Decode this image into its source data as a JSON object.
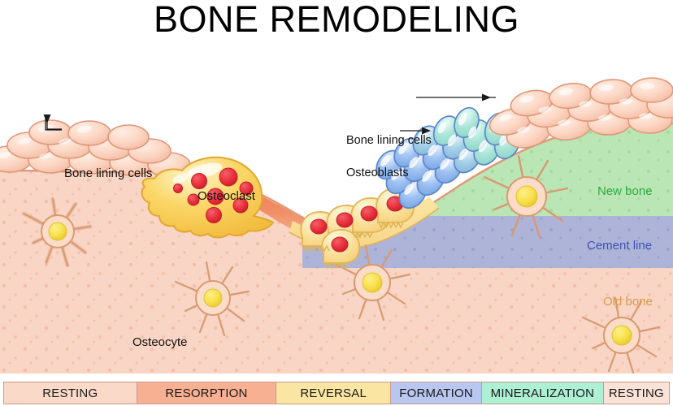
{
  "title": "BONE REMODELING",
  "labels": {
    "bone_lining_cells_left": "Bone lining cells",
    "osteoclast": "Osteoclast",
    "bone_lining_cells_right": "Bone lining cells",
    "osteoblasts": "Osteoblasts",
    "osteocyte": "Osteocyte",
    "new_bone": "New bone",
    "cement_line": "Cement line",
    "old_bone": "Old bone"
  },
  "colors": {
    "new_bone": "#b9e6b4",
    "cement_line": "#aeb3d8",
    "old_bone": "#f8d5c4",
    "lining_cell": "#fbd2bf",
    "osteoblast": "#9dc0f0",
    "mineralizing_cell": "#a9e4d8",
    "osteoclast_body": "#f9d264",
    "osteoclast_nucleus": "#e8303c",
    "resorption_zone": "#f07a52",
    "osteocyte_nucleus": "#f7e04a",
    "new_bone_text": "#2eaa3e",
    "cement_line_text": "#4051b5",
    "old_bone_text": "#d79a4a"
  },
  "phase_bar": [
    {
      "label": "RESTING",
      "color": "#fbd9c9",
      "width_pct": 20.0
    },
    {
      "label": "RESORPTION",
      "color": "#f7b092",
      "width_pct": 21.0
    },
    {
      "label": "REVERSAL",
      "color": "#fbe5a2",
      "width_pct": 17.2
    },
    {
      "label": "FORMATION",
      "color": "#b9c6ef",
      "width_pct": 13.7
    },
    {
      "label": "MINERALIZATION",
      "color": "#adf0d4",
      "width_pct": 18.3
    },
    {
      "label": "RESTING",
      "color": "#fbe2d6",
      "width_pct": 9.8
    }
  ],
  "diagram": {
    "type": "biological-illustration",
    "description": "Cross-section of a bone remodeling unit showing, left to right: resting surface covered by bone lining cells; a resorption pit excavated by a multinucleated osteoclast; a reversal zone with mononuclear cells; a formation zone lined by cuboidal osteoblasts; a mineralization zone; and a new resting surface. Old bone contains star-shaped osteocytes. A cement line separates old bone from new bone.",
    "cell_counts": {
      "osteoclasts": 1,
      "reversal_cells": 5,
      "osteoblast_rows": 3,
      "osteocytes_in_old_bone": 5
    }
  }
}
